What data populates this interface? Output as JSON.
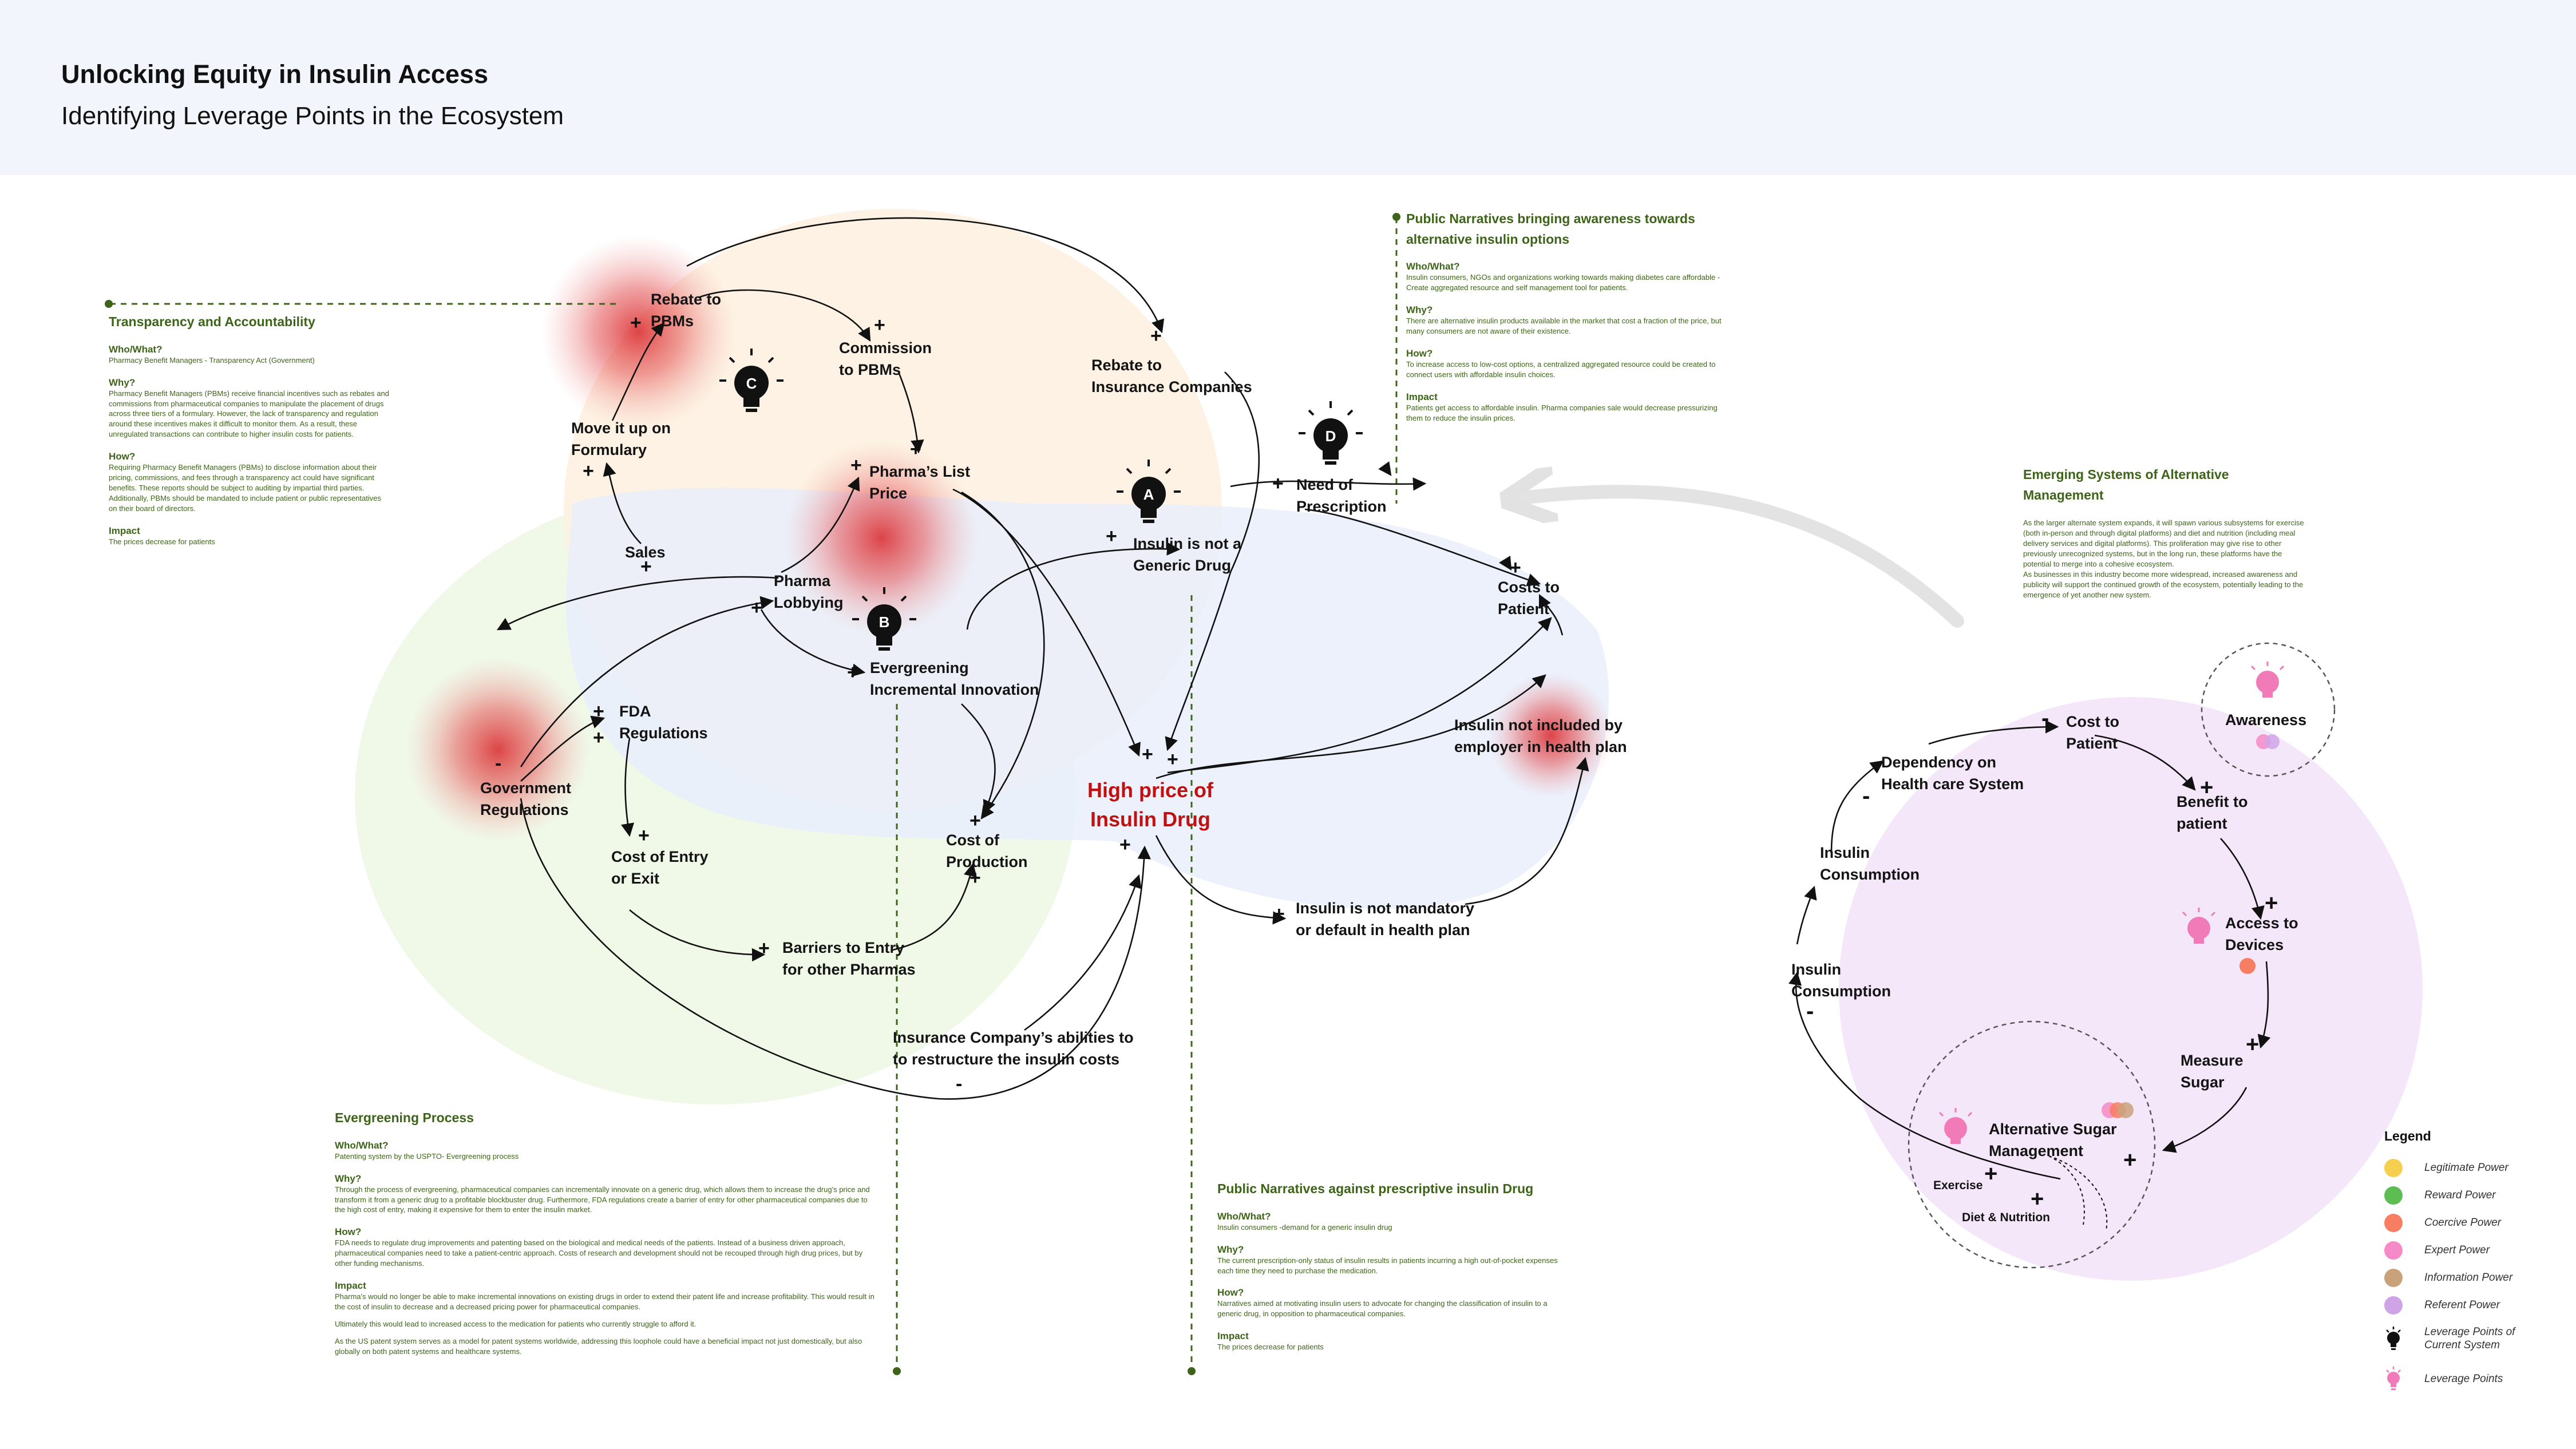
{
  "header": {
    "title": "Unlocking Equity in Insulin Access",
    "subtitle": "Identifying Leverage Points in the Ecosystem"
  },
  "nodes": {
    "rebate_pbms": [
      "Rebate to",
      "PBMs"
    ],
    "commission_pbms": [
      "Commission",
      "to PBMs"
    ],
    "rebate_insurance": [
      "Rebate to",
      "Insurance Companies"
    ],
    "move_formulary": [
      "Move it up on",
      "Formulary"
    ],
    "pharma_list_price": [
      "Pharma’s List",
      "Price"
    ],
    "sales": [
      "Sales"
    ],
    "pharma_lobbying": [
      "Pharma",
      "Lobbying"
    ],
    "insulin_not_generic": [
      "Insulin is not a",
      "Generic Drug"
    ],
    "need_prescription": [
      "Need of",
      "Prescription"
    ],
    "costs_patient": [
      "Costs to",
      "Patient"
    ],
    "evergreening": [
      "Evergreening",
      "Incremental Innovation"
    ],
    "fda": [
      "FDA",
      "Regulations"
    ],
    "gov_regulations": [
      "Government",
      "Regulations"
    ],
    "cost_entry_exit": [
      "Cost of Entry",
      "or Exit"
    ],
    "cost_production": [
      "Cost of",
      "Production"
    ],
    "barriers_entry": [
      "Barriers to Entry",
      "for other Pharmas"
    ],
    "insurance_abilities": [
      "Insurance Company’s abilities to",
      "to restructure the insulin costs"
    ],
    "insulin_not_employer": [
      "Insulin not included by",
      "employer in health plan"
    ],
    "insulin_not_mandatory": [
      "Insulin is not mandatory",
      "or default in health plan"
    ],
    "center": [
      "High price of",
      "Insulin Drug"
    ]
  },
  "leverage_letters": [
    "C",
    "A",
    "B",
    "D"
  ],
  "alt_system": {
    "nodes": {
      "cost_patient": [
        "Cost to",
        "Patient"
      ],
      "benefit_patient": [
        "Benefit to",
        "patient"
      ],
      "access_devices": [
        "Access to",
        "Devices"
      ],
      "measure_sugar": [
        "Measure",
        "Sugar"
      ],
      "alt_sugar": [
        "Alternative Sugar",
        "Management"
      ],
      "exercise": [
        "Exercise"
      ],
      "diet": [
        "Diet & Nutrition"
      ],
      "insulin_consumption_1": [
        "Insulin",
        "Consumption"
      ],
      "insulin_consumption_2": [
        "Insulin",
        "Consumption"
      ],
      "dependency": [
        "Dependency on",
        "Health care System"
      ],
      "awareness": [
        "Awareness"
      ]
    }
  },
  "notes": {
    "transparency": {
      "title": "Transparency and Accountability",
      "who_h": "Who/What?",
      "who": "Pharmacy Benefit Managers - Transparency Act (Government)",
      "why_h": "Why?",
      "why": "Pharmacy Benefit Managers (PBMs) receive financial incentives such as rebates and commissions from pharmaceutical companies to manipulate the placement of drugs across three tiers of a formulary. However, the lack of transparency and regulation around these incentives makes it difficult to monitor them. As a result, these unregulated transactions can contribute to higher insulin costs for patients.",
      "how_h": "How?",
      "how": "Requiring Pharmacy Benefit Managers (PBMs) to disclose information about their pricing, commissions, and fees through a transparency act could have significant benefits. These reports should be subject to auditing by impartial third parties. Additionally, PBMs should be mandated to include patient or public representatives on their board of directors.",
      "impact_h": "Impact",
      "impact": "The prices decrease for patients"
    },
    "public_awareness": {
      "title": "Public Narratives bringing awareness towards alternative insulin options",
      "who_h": "Who/What?",
      "who": "Insulin consumers, NGOs and organizations working towards making diabetes care affordable - Create aggregated resource and self management tool for patients.",
      "why_h": "Why?",
      "why": "There are alternative insulin products available in the market that cost a fraction of the price, but many consumers are not aware of their existence.",
      "how_h": "How?",
      "how": "To increase access to low-cost options, a centralized aggregated resource could be created to connect users with affordable insulin choices.",
      "impact_h": "Impact",
      "impact": "Patients get access to affordable insulin. Pharma companies sale would decrease pressurizing them to reduce the insulin prices."
    },
    "emerging": {
      "title": "Emerging Systems of Alternative Management",
      "body1": "As the larger alternate system expands, it will spawn various subsystems for exercise (both in-person and through digital platforms) and diet and nutrition (including meal delivery services and digital platforms). This proliferation may give rise to other previously unrecognized systems, but in the long run, these platforms have the potential to merge into a cohesive ecosystem.",
      "body2": "As businesses in this industry become more widespread, increased awareness and publicity will support the continued growth of the ecosystem, potentially leading to the emergence of yet another new system."
    },
    "evergreening": {
      "title": "Evergreening Process",
      "who_h": "Who/What?",
      "who": "Patenting system by the USPTO- Evergreening process",
      "why_h": "Why?",
      "why": "Through the process of evergreening, pharmaceutical companies can incrementally innovate on a generic drug, which allows them to increase the drug's price and transform it from a generic drug to a profitable blockbuster drug. Furthermore, FDA regulations create a barrier of entry for other pharmaceutical companies due to the high cost of entry, making it expensive for them to enter the insulin market.",
      "how_h": "How?",
      "how": "FDA needs to regulate drug improvements and patenting based on the biological and medical needs of the patients. Instead of a business driven approach, pharmaceutical companies need to take a patient-centric approach. Costs of research and development should not be recouped through high drug prices, but by other funding mechanisms.",
      "impact_h": "Impact",
      "impact1": "Pharma's would no longer be able to make incremental innovations on existing drugs in order to extend their patent life and increase profitability. This would result in the cost of insulin to decrease and a decreased pricing power for pharmaceutical companies.",
      "impact2": "Ultimately this would lead to increased access to the medication for patients who currently struggle to afford it.",
      "impact3": "As the US patent system serves as a model for patent systems worldwide, addressing this loophole could have a beneficial impact not just domestically, but also globally on both patent systems and healthcare systems."
    },
    "prescriptive": {
      "title": "Public Narratives against prescriptive insulin Drug",
      "who_h": "Who/What?",
      "who": "Insulin consumers -demand for a generic insulin drug",
      "why_h": "Why?",
      "why": "The current prescription-only status of insulin results in patients incurring a high out-of-pocket expenses each time they need to purchase the medication.",
      "how_h": "How?",
      "how": "Narratives aimed at motivating insulin users to advocate for changing the classification of insulin to a generic drug, in opposition to pharmaceutical companies.",
      "impact_h": "Impact",
      "impact": "The prices decrease for patients"
    }
  },
  "legend": {
    "title": "Legend",
    "items": [
      {
        "label": "Legitimate Power",
        "color": "#f5cf4f"
      },
      {
        "label": "Reward Power",
        "color": "#5cbd52"
      },
      {
        "label": "Coercive Power",
        "color": "#f77e62"
      },
      {
        "label": "Expert Power",
        "color": "#f58ac6"
      },
      {
        "label": "Information Power",
        "color": "#c9a27c"
      },
      {
        "label": "Referent Power",
        "color": "#cfa4e6"
      }
    ],
    "current_label": [
      "Leverage Points of",
      "Current System"
    ],
    "leverage_label": "Leverage Points"
  },
  "colors": {
    "accent_red": "#c01010",
    "note_green": "#3d6418",
    "loop_orange": "#fdf1e0",
    "loop_blue": "#eaf0fb",
    "loop_green": "#eef7e6",
    "loop_purple": "#f4e7f9"
  }
}
